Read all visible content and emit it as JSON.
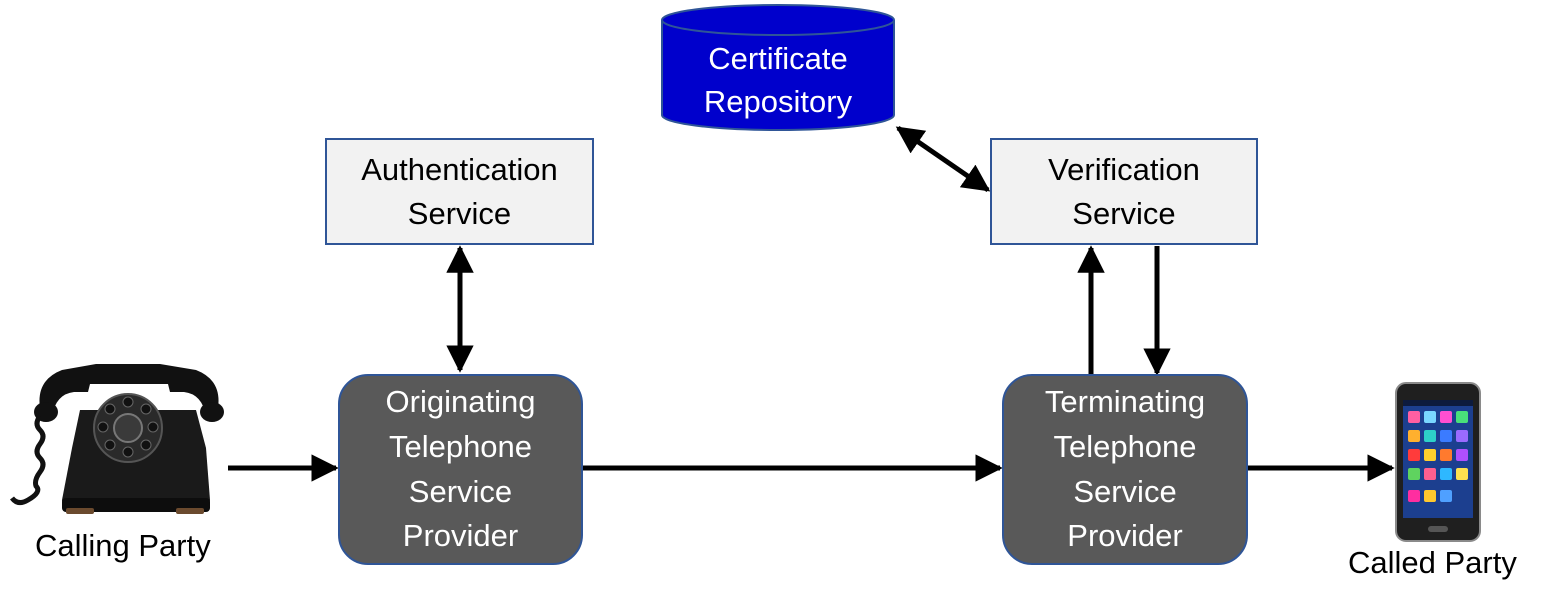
{
  "repository": {
    "label": "Certificate\nRepository",
    "color": "#0000cc"
  },
  "auth_service": {
    "label": "Authentication\nService"
  },
  "verif_service": {
    "label": "Verification\nService"
  },
  "originating": {
    "label": "Originating\nTelephone\nService\nProvider"
  },
  "terminating": {
    "label": "Terminating\nTelephone\nService\nProvider"
  },
  "calling_party": {
    "label": "Calling Party",
    "icon": "rotary-phone-icon"
  },
  "called_party": {
    "label": "Called Party",
    "icon": "smartphone-icon"
  },
  "colors": {
    "box_border": "#2f5597",
    "dark_box": "#595959",
    "light_box": "#f2f2f2",
    "arrow": "#000000"
  }
}
